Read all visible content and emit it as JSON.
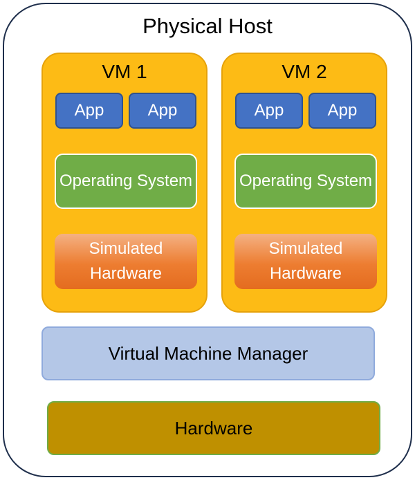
{
  "host": {
    "title": "Physical Host"
  },
  "vms": [
    {
      "title": "VM 1",
      "apps": [
        "App",
        "App"
      ],
      "os": "Operating System",
      "simulated_hardware": "Simulated Hardware"
    },
    {
      "title": "VM 2",
      "apps": [
        "App",
        "App"
      ],
      "os": "Operating System",
      "simulated_hardware": "Simulated Hardware"
    }
  ],
  "vmm": {
    "label": "Virtual Machine Manager"
  },
  "hardware": {
    "label": "Hardware"
  },
  "colors": {
    "vm_fill": "#fdbb15",
    "app_fill": "#4472c4",
    "os_fill": "#70ad47",
    "simulated_hardware_fill": "#ed7d31",
    "vmm_fill": "#b4c7e7",
    "hardware_fill": "#bf9000",
    "host_border": "#1f2f4c"
  }
}
